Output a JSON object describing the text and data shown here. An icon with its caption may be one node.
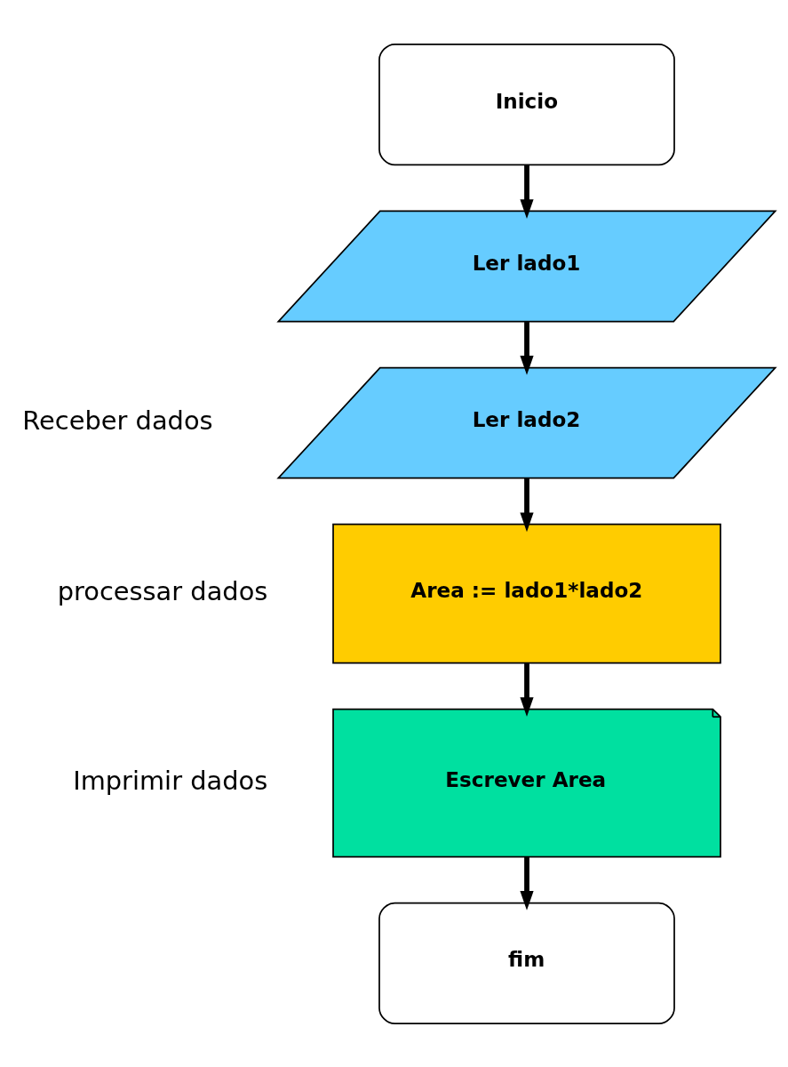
{
  "diagram": {
    "nodes": [
      {
        "text": [
          "Inicio"
        ]
      },
      {
        "text": [
          "Ler lado1"
        ]
      },
      {
        "text": [
          "Ler lado2"
        ]
      },
      {
        "text": [
          "Area := lado1*lado2"
        ]
      },
      {
        "text": [
          "Escrever Area"
        ]
      },
      {
        "text": [
          "fim"
        ]
      }
    ],
    "edges": [
      {
        "from": 0,
        "to": 1,
        "arrow": "to"
      },
      {
        "from": 1,
        "to": 2,
        "arrow": "to"
      },
      {
        "from": 2,
        "to": 3,
        "arrow": "to"
      },
      {
        "from": 3,
        "to": 4,
        "arrow": "to"
      },
      {
        "from": 4,
        "to": 5,
        "arrow": "to"
      }
    ],
    "labels": [
      "Receber dados",
      "processar dados",
      "Imprimir dados"
    ]
  }
}
